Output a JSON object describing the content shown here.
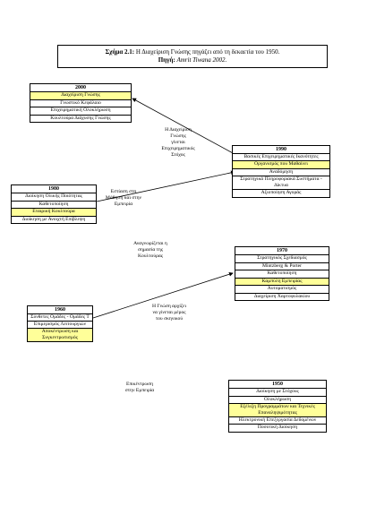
{
  "caption": {
    "line1_prefix": "Σχήμα 2.1:",
    "line1_text": " Η Διαχείριση Γνώσης πηγάζει από τη δεκαετία του 1950.",
    "line2_prefix": "Πηγή:",
    "line2_text": " Amrit Tiwana 2002."
  },
  "boxes": {
    "b2000": {
      "year": "2000",
      "items": [
        {
          "text": "Διαχείριση Γνώσης",
          "highlight": true
        },
        {
          "text": "Γνωστικό Κεφάλαιο",
          "highlight": false
        },
        {
          "text": "Επιχειρηματική Ολοκλήρωση",
          "highlight": false
        },
        {
          "text": "Κουλτούρα Διάχυσης Γνώσης",
          "highlight": false
        }
      ]
    },
    "b1990": {
      "year": "1990",
      "items": [
        {
          "text": "Βασικές Επιχειρηματικές Ικανότητες",
          "highlight": false
        },
        {
          "text": "Οργανισμός που Μαθαίνει",
          "highlight": true
        },
        {
          "text": "Αναδόμηση",
          "highlight": false
        },
        {
          "text": "Στρατηγικά Πληροφοριακά Συστήματα - Δίκτυα",
          "highlight": false
        },
        {
          "text": "Αξιοποίηση Αγοράς",
          "highlight": false
        }
      ]
    },
    "b1980": {
      "year": "1980",
      "items": [
        {
          "text": "Διοίκηση Ολικής Ποιότητας",
          "highlight": false
        },
        {
          "text": "Καθετοποίηση",
          "highlight": false
        },
        {
          "text": "Εταιρική Κουλτούρα",
          "highlight": true
        },
        {
          "text": "Διοίκηση με Ανοιχτή Επίβλεψη",
          "highlight": false
        }
      ]
    },
    "b1970": {
      "year": "1970",
      "items": [
        {
          "text": "Στρατηγικός Σχεδιασμός",
          "highlight": false
        },
        {
          "text": "Mintzberg & Porter",
          "highlight": false
        },
        {
          "text": "Καθετοποίηση",
          "highlight": false
        },
        {
          "text": "Καμπύλη Εμπειρίας",
          "highlight": true
        },
        {
          "text": "Αυτοματισμός",
          "highlight": false
        },
        {
          "text": "Διαχείριση Χαρτοφυλακίου",
          "highlight": false
        }
      ]
    },
    "b1960": {
      "year": "1960",
      "items": [
        {
          "text": "Σύνθετες Ομάδες - Ομάδες Τ",
          "highlight": false
        },
        {
          "text": "Επιμερισμός Λειτουργιών",
          "highlight": false
        },
        {
          "text": "Αποκέντρωση και Συγκεντρωτισμός",
          "highlight": true
        }
      ]
    },
    "b1950": {
      "year": "1950",
      "items": [
        {
          "text": "Διοίκηση με Στόχους",
          "highlight": false
        },
        {
          "text": "Ολοκλήρωση",
          "highlight": false
        },
        {
          "text": "Εξέλιξη Προγραμμάτων και Τεχνικές Επαναληψιμότητας",
          "highlight": true
        },
        {
          "text": "Ηλεκτρονική Επεξεργασία Δεδομένων",
          "highlight": false
        },
        {
          "text": "Ποσοτική Διοίκηση",
          "highlight": false
        }
      ]
    }
  },
  "labels": {
    "l1990_2000": [
      "Η Διαχείριση",
      "Γνώσης",
      "γίνεται",
      "Επιχειρηματικός",
      "Στόχος"
    ],
    "l1980_1990": [
      "Εστίαση στη",
      "Μάθηση και στην",
      "Εμπειρία"
    ],
    "l1970_1980": [
      "Αναγνωρίζεται η",
      "σημασία της",
      "Κουλτούρας"
    ],
    "l1960_1970": [
      "Η Γνώση αρχίζει",
      "να γίνεται μέρος",
      "του σκηνικού"
    ],
    "l1950_1960": [
      "Επικέντρωση",
      "στην Εμπειρία"
    ]
  }
}
